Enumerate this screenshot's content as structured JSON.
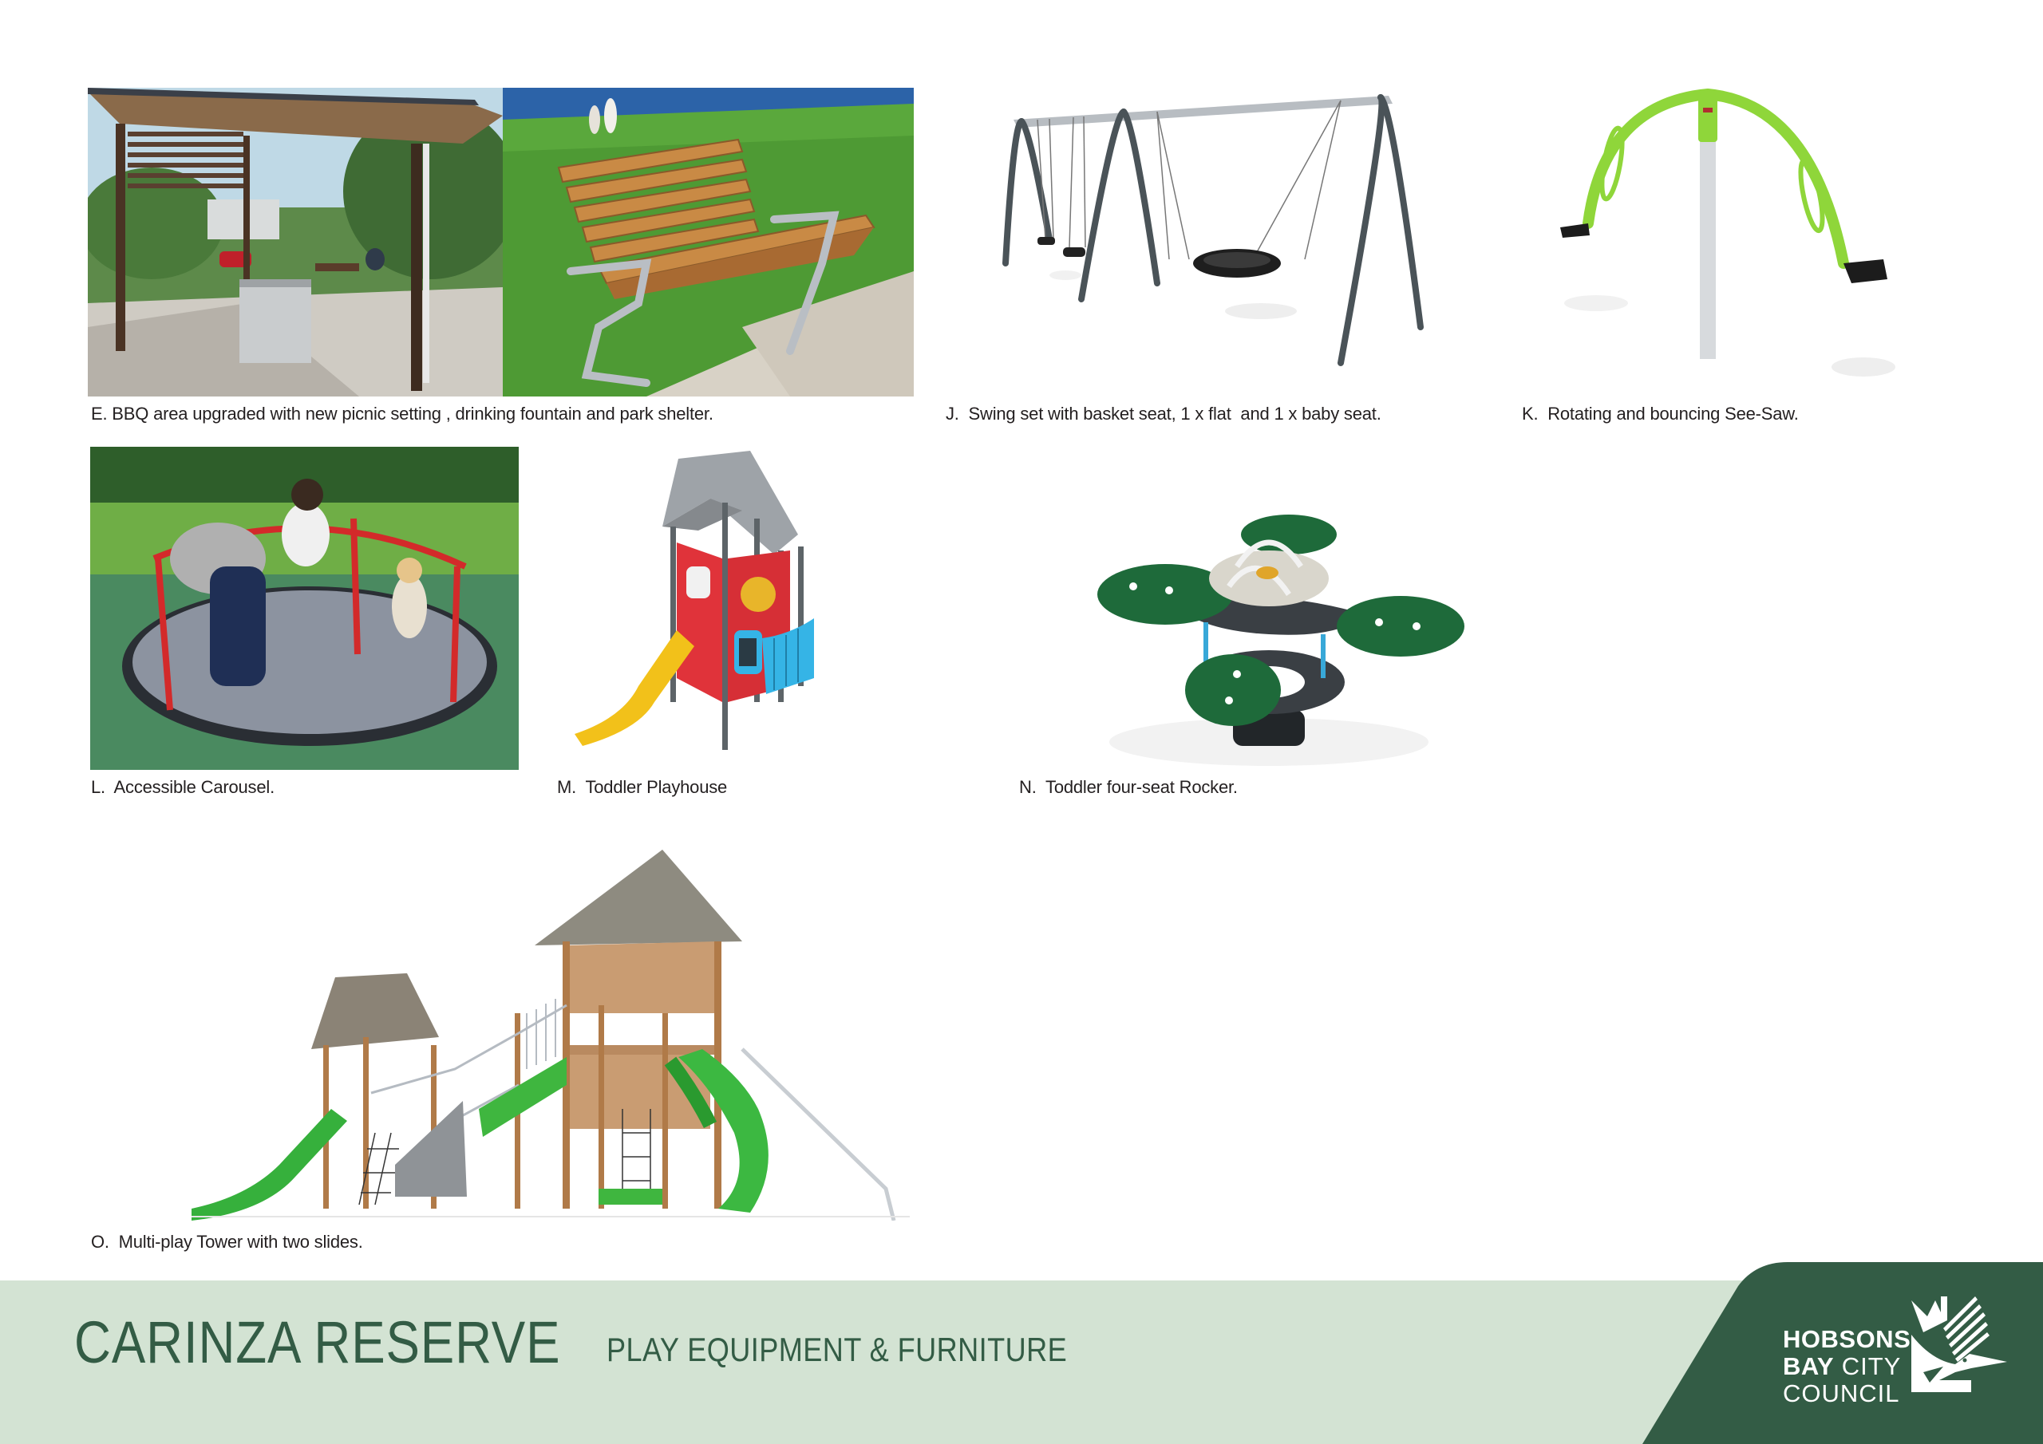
{
  "items": [
    {
      "id": "E",
      "caption": "E. BBQ area upgraded with new picnic setting , drinking fountain and park shelter.",
      "image": "bbq-shelter-and-bench-photo"
    },
    {
      "id": "J",
      "caption": "J.  Swing set with basket seat, 1 x flat  and 1 x baby seat.",
      "image": "swing-set-render"
    },
    {
      "id": "K",
      "caption": "K.  Rotating and bouncing See-Saw.",
      "image": "see-saw-render"
    },
    {
      "id": "L",
      "caption": "L.  Accessible Carousel.",
      "image": "carousel-photo"
    },
    {
      "id": "M",
      "caption": "M.  Toddler Playhouse",
      "image": "toddler-playhouse-render"
    },
    {
      "id": "N",
      "caption": "N.  Toddler four-seat Rocker.",
      "image": "four-seat-rocker-render"
    },
    {
      "id": "O",
      "caption": "O.  Multi-play Tower with two slides.",
      "image": "multi-play-tower-render"
    }
  ],
  "footer": {
    "title": "CARINZA RESERVE",
    "subtitle": "PLAY EQUIPMENT & FURNITURE",
    "logo": {
      "line1": "HOBSONS",
      "line2_bold": "BAY",
      "line2_light": " CITY",
      "line3": "COUNCIL",
      "icon": "pelican-logo-icon"
    },
    "colors": {
      "band": "#d3e3d3",
      "dark": "#335c45",
      "title": "#335c45"
    }
  }
}
